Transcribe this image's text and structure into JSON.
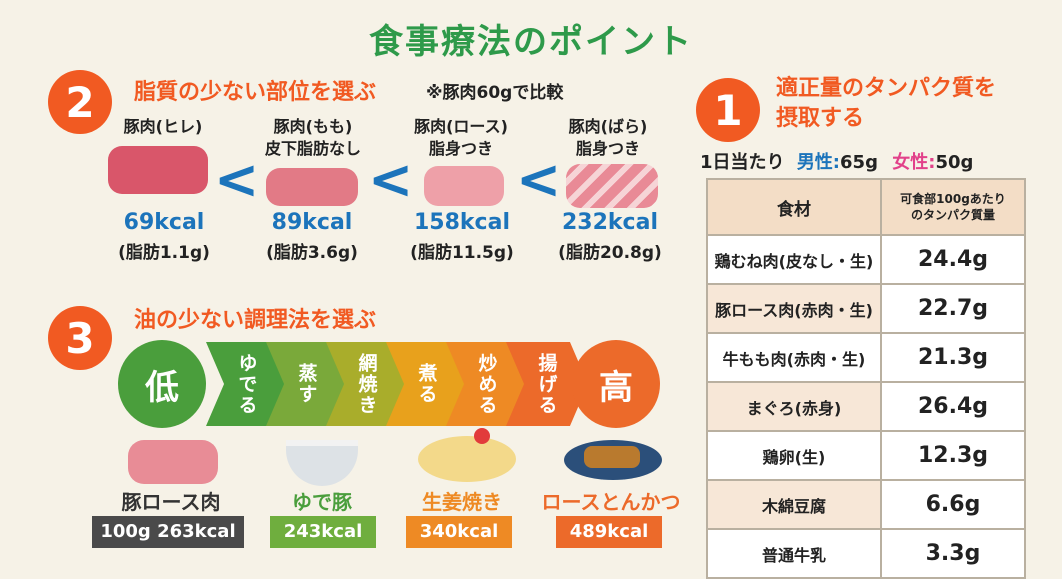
{
  "title": "食事療法のポイント",
  "section2": {
    "number": "2",
    "heading": "脂質の少ない部位を選ぶ",
    "note": "※豚肉60gで比較",
    "chevron": "<",
    "cuts": [
      {
        "name_line1": "豚肉(ヒレ)",
        "name_line2": "",
        "kcal": "69kcal",
        "fat": "(脂肪1.1g)"
      },
      {
        "name_line1": "豚肉(もも)",
        "name_line2": "皮下脂肪なし",
        "kcal": "89kcal",
        "fat": "(脂肪3.6g)"
      },
      {
        "name_line1": "豚肉(ロース)",
        "name_line2": "脂身つき",
        "kcal": "158kcal",
        "fat": "(脂肪11.5g)"
      },
      {
        "name_line1": "豚肉(ばら)",
        "name_line2": "脂身つき",
        "kcal": "232kcal",
        "fat": "(脂肪20.8g)"
      }
    ]
  },
  "section3": {
    "number": "3",
    "heading": "油の少ない調理法を選ぶ",
    "low": "低",
    "high": "高",
    "methods": [
      "ゆでる",
      "蒸す",
      "網焼き",
      "煮る",
      "炒める",
      "揚げる"
    ],
    "method_colors": [
      "#4a9e3c",
      "#7aa93a",
      "#a9ad2b",
      "#e8a11c",
      "#ee8a24",
      "#ec6a2a"
    ],
    "dishes": [
      {
        "name": "豚ロース肉",
        "kcal": "100g 263kcal",
        "name_color": "#333333",
        "box_color": "#4a4a4a"
      },
      {
        "name": "ゆで豚",
        "kcal": "243kcal",
        "name_color": "#4a9e3c",
        "box_color": "#6fae3e"
      },
      {
        "name": "生姜焼き",
        "kcal": "340kcal",
        "name_color": "#ee8a24",
        "box_color": "#ee8a24"
      },
      {
        "name": "ロースとんかつ",
        "kcal": "489kcal",
        "name_color": "#ec6a2a",
        "box_color": "#ec6a2a"
      }
    ]
  },
  "section1": {
    "number": "1",
    "heading_line1": "適正量のタンパク質を",
    "heading_line2": "摂取する",
    "daily_prefix": "1日当たり",
    "male_label": "男性:",
    "male_value": "65g",
    "female_label": "女性:",
    "female_value": "50g",
    "table": {
      "header_food": "食材",
      "header_value_line1": "可食部100gあたり",
      "header_value_line2": "のタンパク質量",
      "rows": [
        {
          "food": "鶏むね肉(皮なし・生)",
          "value": "24.4g"
        },
        {
          "food": "豚ロース肉(赤肉・生)",
          "value": "22.7g"
        },
        {
          "food": "牛もも肉(赤肉・生)",
          "value": "21.3g"
        },
        {
          "food": "まぐろ(赤身)",
          "value": "26.4g"
        },
        {
          "food": "鶏卵(生)",
          "value": "12.3g"
        },
        {
          "food": "木綿豆腐",
          "value": "6.6g"
        },
        {
          "food": "普通牛乳",
          "value": "3.3g"
        }
      ]
    }
  },
  "colors": {
    "accent_orange": "#f15a22",
    "title_green": "#2e9a4a",
    "kcal_blue": "#1c74bb",
    "male_blue": "#1c74bb",
    "female_pink": "#e2418a"
  },
  "chart_data": {
    "type": "table",
    "title": "食事療法のポイント",
    "pork_cuts_per_60g": {
      "categories": [
        "豚肉(ヒレ)",
        "豚肉(もも) 皮下脂肪なし",
        "豚肉(ロース) 脂身つき",
        "豚肉(ばら) 脂身つき"
      ],
      "kcal": [
        69,
        89,
        158,
        232
      ],
      "fat_g": [
        1.1,
        3.6,
        11.5,
        20.8
      ]
    },
    "cooking_methods_low_to_high": [
      "ゆでる",
      "蒸す",
      "網焼き",
      "煮る",
      "炒める",
      "揚げる"
    ],
    "dishes_kcal": {
      "categories": [
        "豚ロース肉",
        "ゆで豚",
        "生姜焼き",
        "ロースとんかつ"
      ],
      "kcal": [
        263,
        243,
        340,
        489
      ]
    },
    "daily_protein_g": {
      "男性": 65,
      "女性": 50
    },
    "protein_per_100g": {
      "categories": [
        "鶏むね肉(皮なし・生)",
        "豚ロース肉(赤肉・生)",
        "牛もも肉(赤肉・生)",
        "まぐろ(赤身)",
        "鶏卵(生)",
        "木綿豆腐",
        "普通牛乳"
      ],
      "values": [
        24.4,
        22.7,
        21.3,
        26.4,
        12.3,
        6.6,
        3.3
      ]
    }
  }
}
